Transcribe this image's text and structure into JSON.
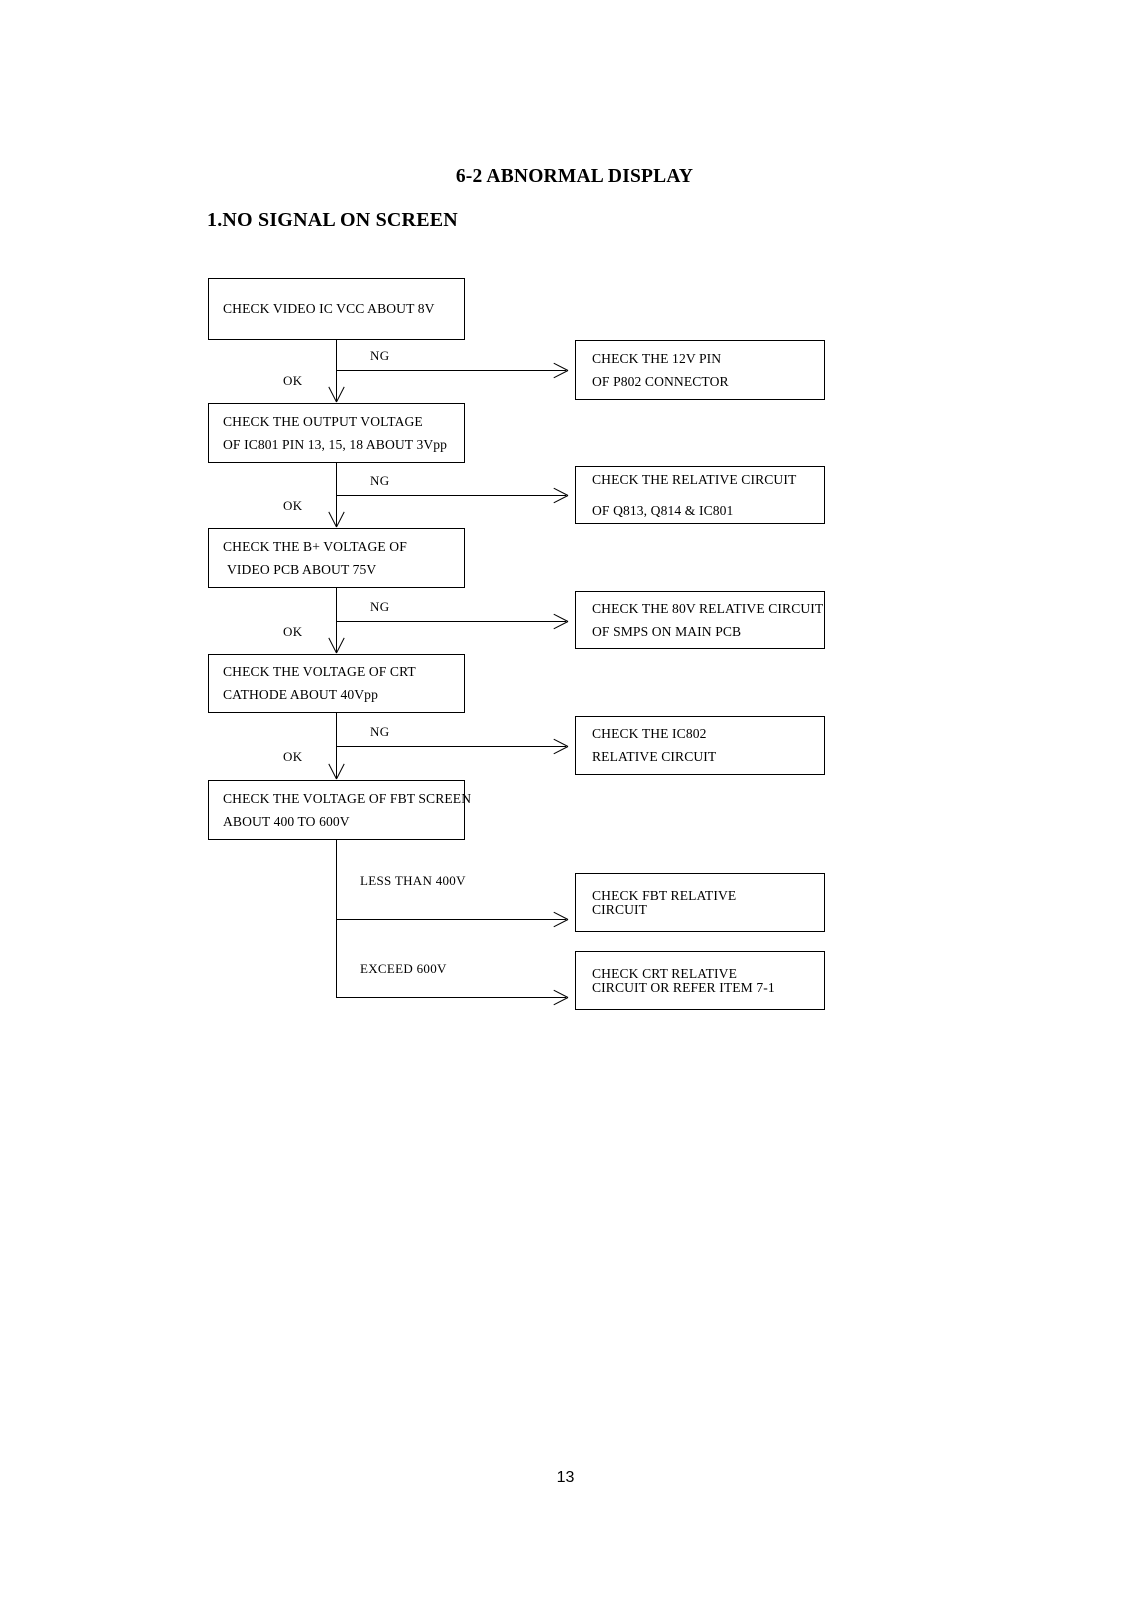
{
  "document": {
    "title": "6-2 ABNORMAL DISPLAY",
    "section_title": "1.NO SIGNAL ON SCREEN",
    "page_number": "13"
  },
  "flowchart": {
    "type": "troubleshooting-flowchart",
    "steps": [
      {
        "id": "step1",
        "lines": [
          "CHECK VIDEO IC VCC ABOUT 8V"
        ],
        "pass_label": "OK",
        "fail_label": "NG",
        "fail_target": "fail1"
      },
      {
        "id": "step2",
        "lines": [
          "CHECK THE OUTPUT VOLTAGE",
          "OF IC801 PIN 13, 15, 18 ABOUT 3Vpp"
        ],
        "pass_label": "OK",
        "fail_label": "NG",
        "fail_target": "fail2"
      },
      {
        "id": "step3",
        "lines": [
          "CHECK THE B+ VOLTAGE OF",
          "VIDEO PCB ABOUT 75V"
        ],
        "pass_label": "OK",
        "fail_label": "NG",
        "fail_target": "fail3"
      },
      {
        "id": "step4",
        "lines": [
          "CHECK THE VOLTAGE OF CRT",
          "CATHODE ABOUT 40Vpp"
        ],
        "pass_label": "OK",
        "fail_label": "NG",
        "fail_target": "fail4"
      },
      {
        "id": "step5",
        "lines": [
          "CHECK THE VOLTAGE OF FBT SCREEN",
          "ABOUT 400 TO 600V"
        ],
        "branch_labels": [
          "LESS THAN 400V",
          "EXCEED 600V"
        ]
      }
    ],
    "outcomes": [
      {
        "id": "fail1",
        "lines": [
          "CHECK THE 12V PIN",
          "OF P802 CONNECTOR"
        ]
      },
      {
        "id": "fail2",
        "lines": [
          "CHECK THE RELATIVE CIRCUIT",
          "OF Q813, Q814 & IC801"
        ]
      },
      {
        "id": "fail3",
        "lines": [
          "CHECK THE 80V RELATIVE CIRCUIT",
          "OF SMPS ON MAIN PCB"
        ]
      },
      {
        "id": "fail4",
        "lines": [
          "CHECK THE IC802",
          "RELATIVE CIRCUIT"
        ]
      },
      {
        "id": "fail5",
        "lines": [
          "CHECK FBT RELATIVE",
          "CIRCUIT"
        ]
      },
      {
        "id": "fail6",
        "lines": [
          "CHECK CRT RELATIVE",
          "CIRCUIT OR REFER ITEM 7-1"
        ]
      }
    ],
    "edge_labels": {
      "ng1": "NG",
      "ok1": "OK",
      "ng2": "NG",
      "ok2": "OK",
      "ng3": "NG",
      "ok3": "OK",
      "ng4": "NG",
      "ok4": "OK",
      "under": "LESS THAN 400V",
      "over": "EXCEED 600V"
    }
  }
}
